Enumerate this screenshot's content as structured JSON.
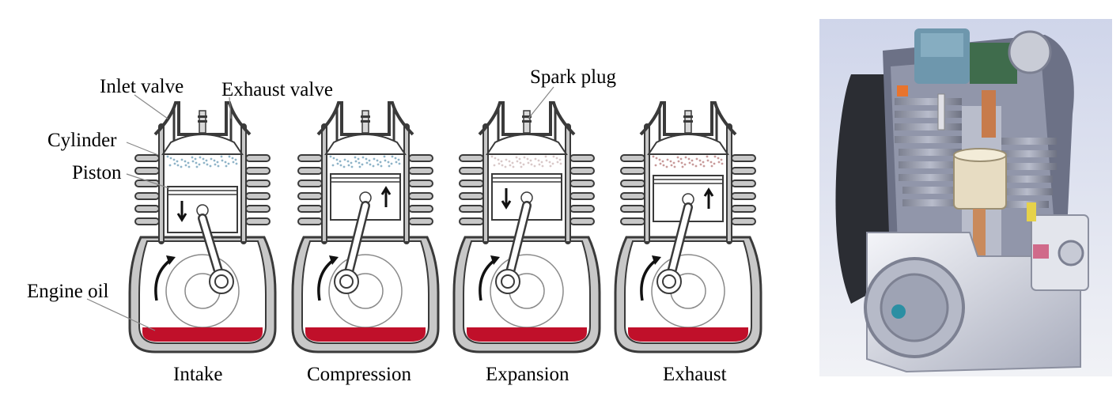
{
  "labels": {
    "inlet_valve": "Inlet valve",
    "exhaust_valve": "Exhaust valve",
    "spark_plug": "Spark plug",
    "cylinder": "Cylinder",
    "piston": "Piston",
    "engine_oil": "Engine oil"
  },
  "strokes": [
    {
      "caption": "Intake",
      "piston_direction": "down"
    },
    {
      "caption": "Compression",
      "piston_direction": "up"
    },
    {
      "caption": "Expansion",
      "piston_direction": "down"
    },
    {
      "caption": "Exhaust",
      "piston_direction": "up"
    }
  ],
  "colors": {
    "outline": "#3a3a3a",
    "body_fill": "#ffffff",
    "shadow": "#c8c8c8",
    "engine_oil": "#c0102a",
    "intake_mixture": "#8fb4c8",
    "burnt_gas": "#c89a9a",
    "render_background": "#d7dcec"
  }
}
